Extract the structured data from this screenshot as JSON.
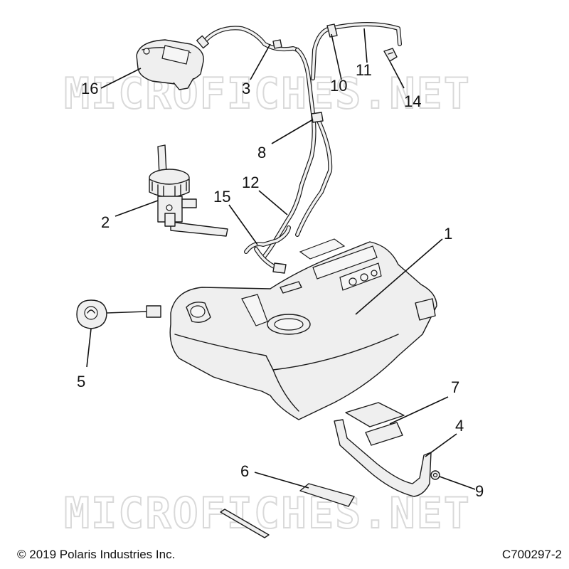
{
  "watermark": "MICROFICHES.NET",
  "copyright": "© 2019 Polaris Industries Inc.",
  "drawing_number": "C700297-2",
  "callouts": {
    "c1": "1",
    "c2": "2",
    "c3": "3",
    "c4": "4",
    "c5": "5",
    "c6": "6",
    "c7": "7",
    "c8": "8",
    "c9": "9",
    "c10": "10",
    "c11": "11",
    "c12": "12",
    "c14": "14",
    "c15": "15",
    "c16": "16"
  }
}
